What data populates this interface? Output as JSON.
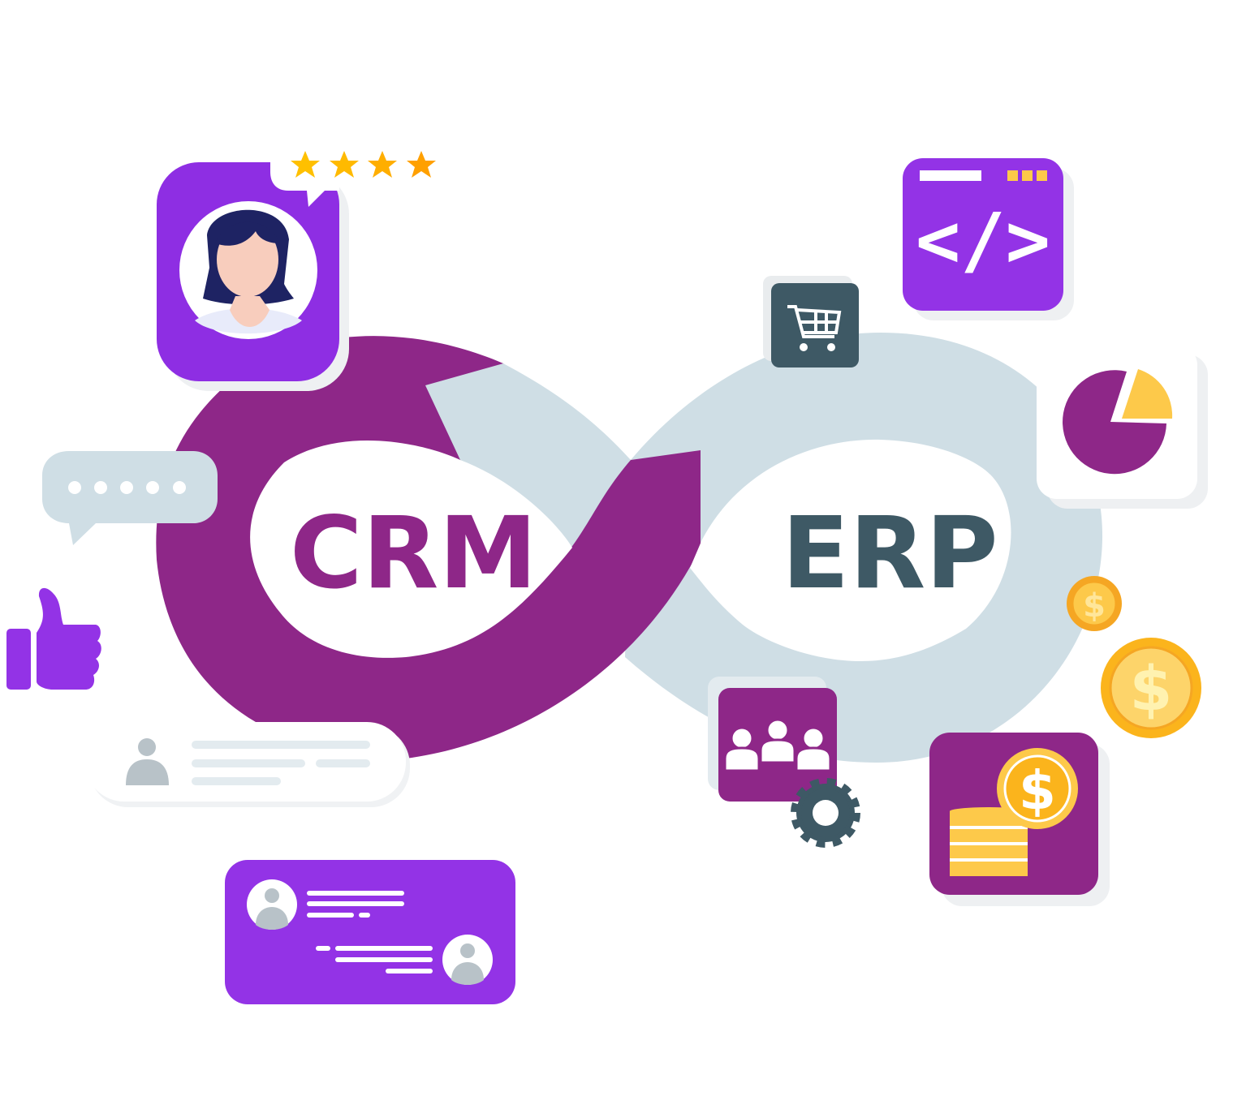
{
  "labels": {
    "crm": "CRM",
    "erp": "ERP"
  },
  "code_window": {
    "symbol": "</>"
  },
  "coins": {
    "symbol": "$"
  },
  "rating": {
    "stars": 4,
    "max": 4
  },
  "colors": {
    "crm_purple": "#8E2788",
    "erp_blue": "#CFDEE5",
    "erp_text": "#3E5965",
    "violet": "#9333E6",
    "gold": "#FDC94A",
    "dark_slate": "#3E5965"
  }
}
